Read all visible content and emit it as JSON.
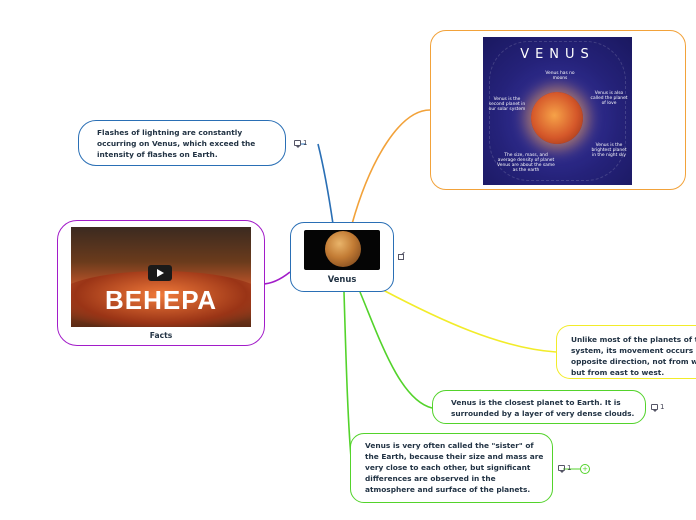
{
  "central": {
    "title": "Venus",
    "image": "venus-planet-photo"
  },
  "lightning": {
    "text": "Flashes of lightning are constantly occurring on Venus, which exceed the intensity of flashes on Earth.",
    "comment_count": "1"
  },
  "facts": {
    "label": "Facts",
    "video_title": "ВЕНЕРА",
    "play_icon": "play-icon"
  },
  "infographic": {
    "title": "VENUS",
    "notes": [
      "Venus has no moons",
      "Venus is also called the planet of love",
      "Venus is the second planet in our solar system",
      "Venus is the brightest planet in the night sky",
      "The size, mass, and average density of planet Venus are about the same as the earth"
    ]
  },
  "rotation": {
    "text": "Unlike most of the planets of the solar system, its movement occurs in the opposite direction, not from west to east, but from east to west.",
    "lines": [
      "Unlike most of the planets of th",
      "system, its movement occurs in",
      "opposite direction, not from we",
      "but from east to west."
    ]
  },
  "closest": {
    "text": "Venus is the closest planet to Earth. It is surrounded by a layer of very dense clouds.",
    "comment_count": "1"
  },
  "sister": {
    "text": "Venus is very often called the \"sister\" of the Earth, because their size and mass are very close to each other, but significant differences are observed in the atmosphere and surface of the planets.",
    "comment_count": "1",
    "badge": "+"
  },
  "colors": {
    "center": "#2a6fb5",
    "lightning": "#2a6fb5",
    "facts": "#a21cc9",
    "infographic": "#f2a23a",
    "rotation": "#f2ec2a",
    "green": "#53d32b"
  }
}
